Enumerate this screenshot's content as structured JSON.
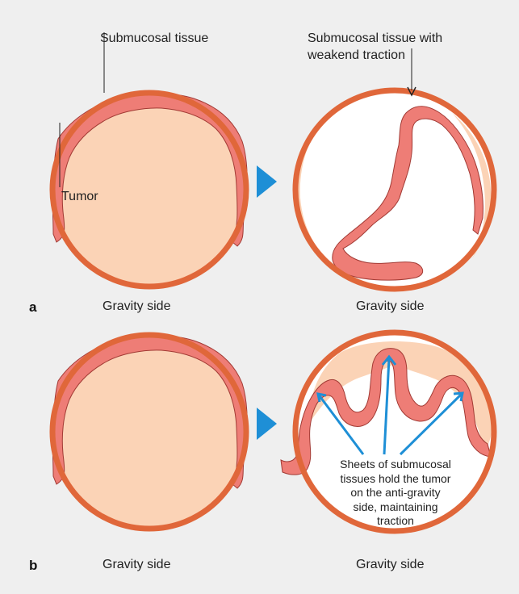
{
  "panels": [
    {
      "letter": "a",
      "left_label": "Gravity side",
      "right_label": "Gravity side",
      "callouts": {
        "submucosal": "Submucosal tissue",
        "tumor": "Tumor",
        "weakened_line1": "Submucosal tissue with",
        "weakened_line2": "weakend traction"
      }
    },
    {
      "letter": "b",
      "left_label": "Gravity side",
      "right_label": "Gravity side",
      "callouts": {
        "sheets_line1": "Sheets of submucosal",
        "sheets_line2": "tissues hold the tumor",
        "sheets_line3": "on the anti-gravity",
        "sheets_line4": "side, maintaining",
        "sheets_line5": "traction"
      }
    }
  ],
  "colors": {
    "background": "#efefef",
    "wall": "#e0673a",
    "submucosa": "#fbd3b6",
    "tumor": "#ee7d76",
    "tumor_edge": "#a23a34",
    "lumen": "#ffffff",
    "arrow": "#1e8fd6"
  }
}
